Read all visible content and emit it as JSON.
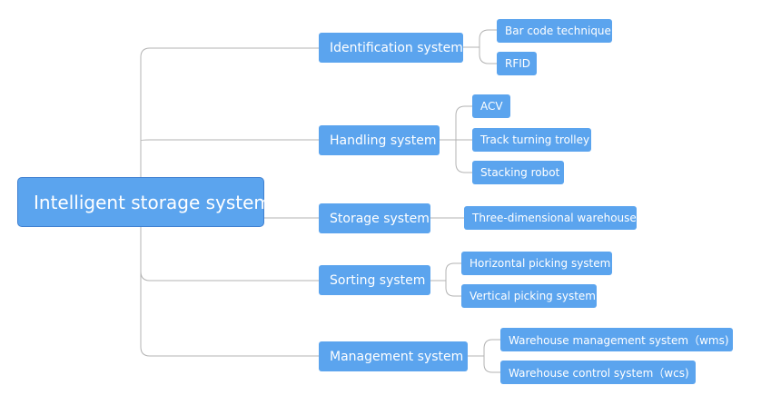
{
  "root": {
    "label": "Intelligent storage system"
  },
  "branches": [
    {
      "label": "Identification system",
      "children": [
        "Bar code technique",
        "RFID"
      ]
    },
    {
      "label": "Handling system",
      "children": [
        "ACV",
        "Track turning trolley",
        "Stacking robot"
      ]
    },
    {
      "label": "Storage system",
      "children": [
        "Three-dimensional warehouse"
      ]
    },
    {
      "label": "Sorting system",
      "children": [
        "Horizontal picking system",
        "Vertical picking system"
      ]
    },
    {
      "label": "Management system",
      "children": [
        "Warehouse management system（wms)",
        "Warehouse control system（wcs)"
      ]
    }
  ],
  "colors": {
    "node_fill": "#5ba4ee",
    "root_border": "#3f7fd0",
    "connector": "#b3b3b3",
    "text": "#ffffff"
  }
}
